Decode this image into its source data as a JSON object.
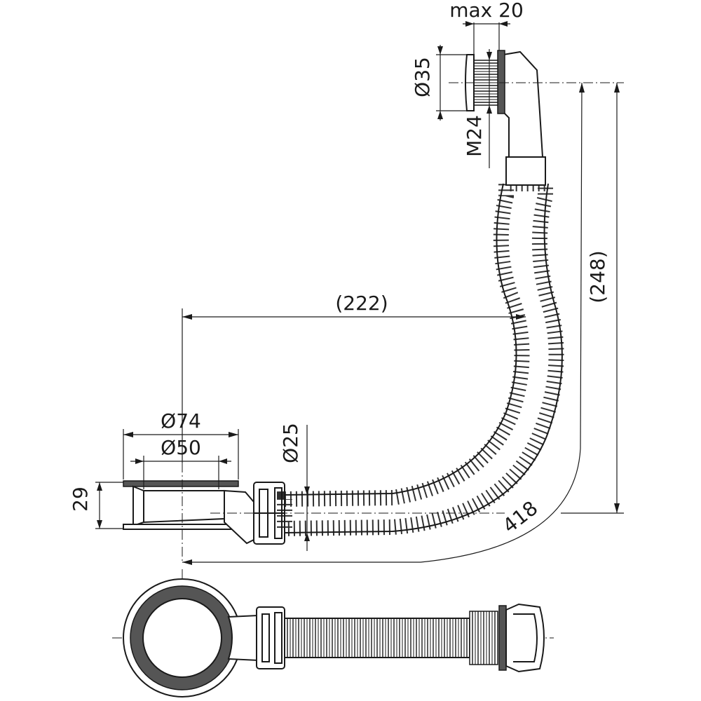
{
  "dimensions": {
    "max_clamp": "max 20",
    "overflow_diameter": "Ø35",
    "overflow_thread": "M24",
    "horizontal_offset": "(222)",
    "vertical_offset": "(248)",
    "hose_length": "418",
    "outlet_diameter": "Ø74",
    "drain_diameter": "Ø50",
    "pipe_diameter": "Ø25",
    "drain_height": "29"
  },
  "colors": {
    "ink": "#1a1a1a",
    "gasket": "#555555"
  }
}
